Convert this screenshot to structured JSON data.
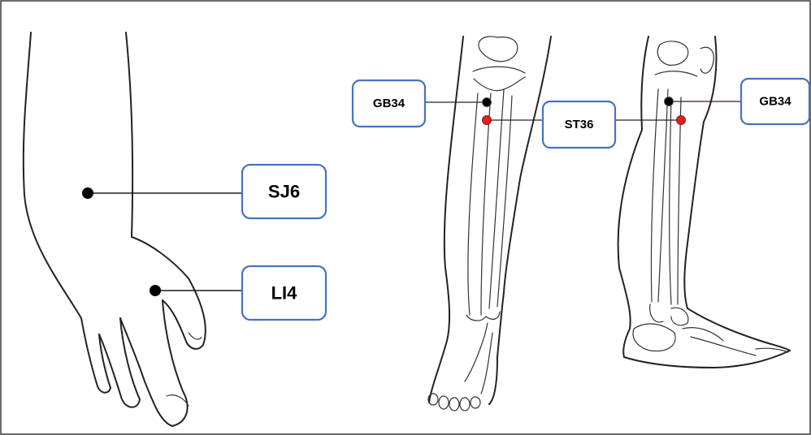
{
  "labels": {
    "sj6": "SJ6",
    "li4": "LI4",
    "gb34_left": "GB34",
    "st36": "ST36",
    "gb34_right": "GB34"
  },
  "colors": {
    "label_border": "#4472c4",
    "point_black": "#000000",
    "point_red": "#e0201b"
  }
}
